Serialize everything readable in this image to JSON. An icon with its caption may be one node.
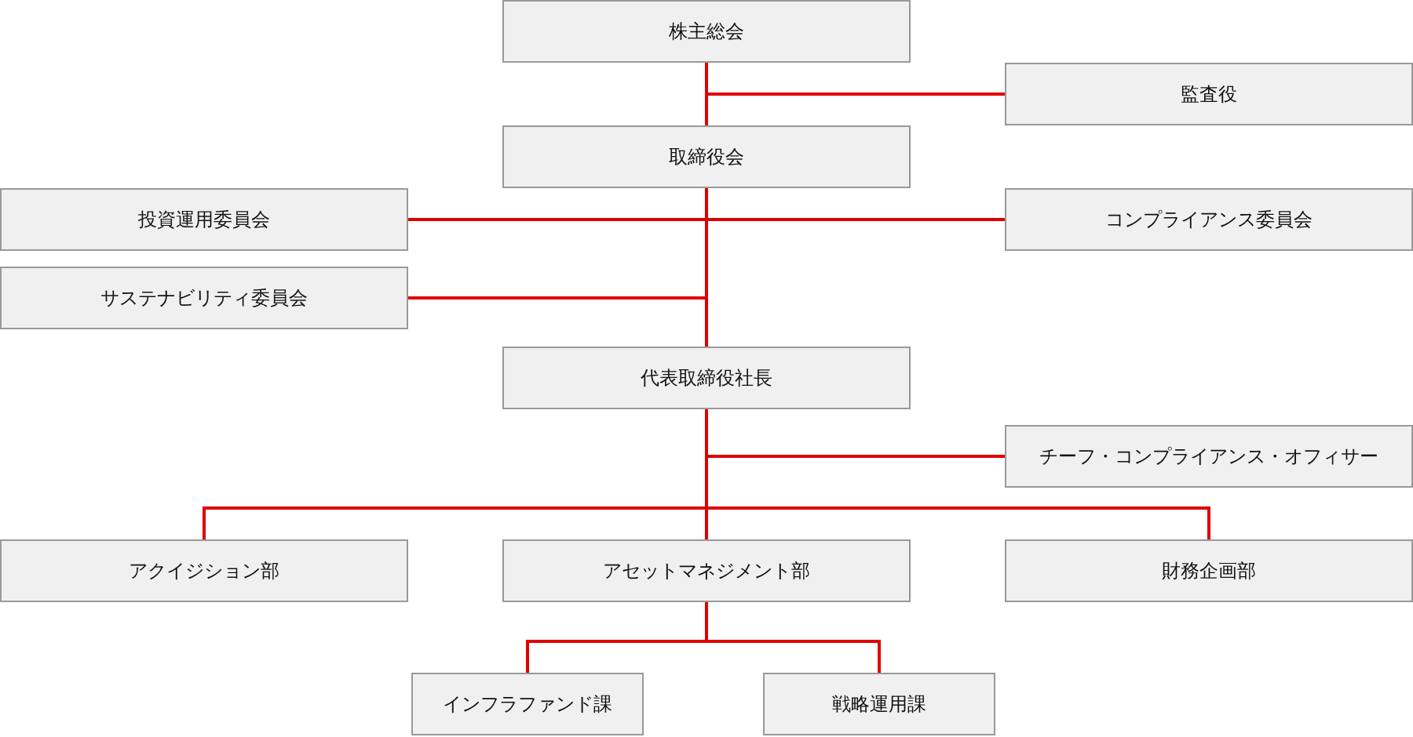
{
  "diagram": {
    "nodes": [
      {
        "text": [
          "株主総会"
        ]
      },
      {
        "text": [
          "監査役"
        ]
      },
      {
        "text": [
          "取締役会"
        ]
      },
      {
        "text": [
          "投資運用委員会"
        ]
      },
      {
        "text": [
          "コンプライアンス委員会"
        ]
      },
      {
        "text": [
          "サステナビリティ委員会"
        ]
      },
      {
        "text": [
          "代表取締役社長"
        ]
      },
      {
        "text": [
          "チーフ・コンプライアンス・オフィサー"
        ]
      },
      {
        "text": [
          "アクイジション部"
        ]
      },
      {
        "text": [
          "アセットマネジメント部"
        ]
      },
      {
        "text": [
          "財務企画部"
        ]
      },
      {
        "text": [
          "インフラファンド課"
        ]
      },
      {
        "text": [
          "戦略運用課"
        ]
      }
    ],
    "edges": [
      {
        "from": 0,
        "to": 2,
        "arrow": "none"
      },
      {
        "from": 0,
        "to": 1,
        "arrow": "none"
      },
      {
        "from": 2,
        "to": 3,
        "arrow": "none"
      },
      {
        "from": 2,
        "to": 4,
        "arrow": "none"
      },
      {
        "from": 2,
        "to": 5,
        "arrow": "none"
      },
      {
        "from": 2,
        "to": 6,
        "arrow": "none"
      },
      {
        "from": 6,
        "to": 7,
        "arrow": "none"
      },
      {
        "from": 6,
        "to": 8,
        "arrow": "none"
      },
      {
        "from": 6,
        "to": 9,
        "arrow": "none"
      },
      {
        "from": 6,
        "to": 10,
        "arrow": "none"
      },
      {
        "from": 9,
        "to": 11,
        "arrow": "none"
      },
      {
        "from": 9,
        "to": 12,
        "arrow": "none"
      }
    ]
  }
}
